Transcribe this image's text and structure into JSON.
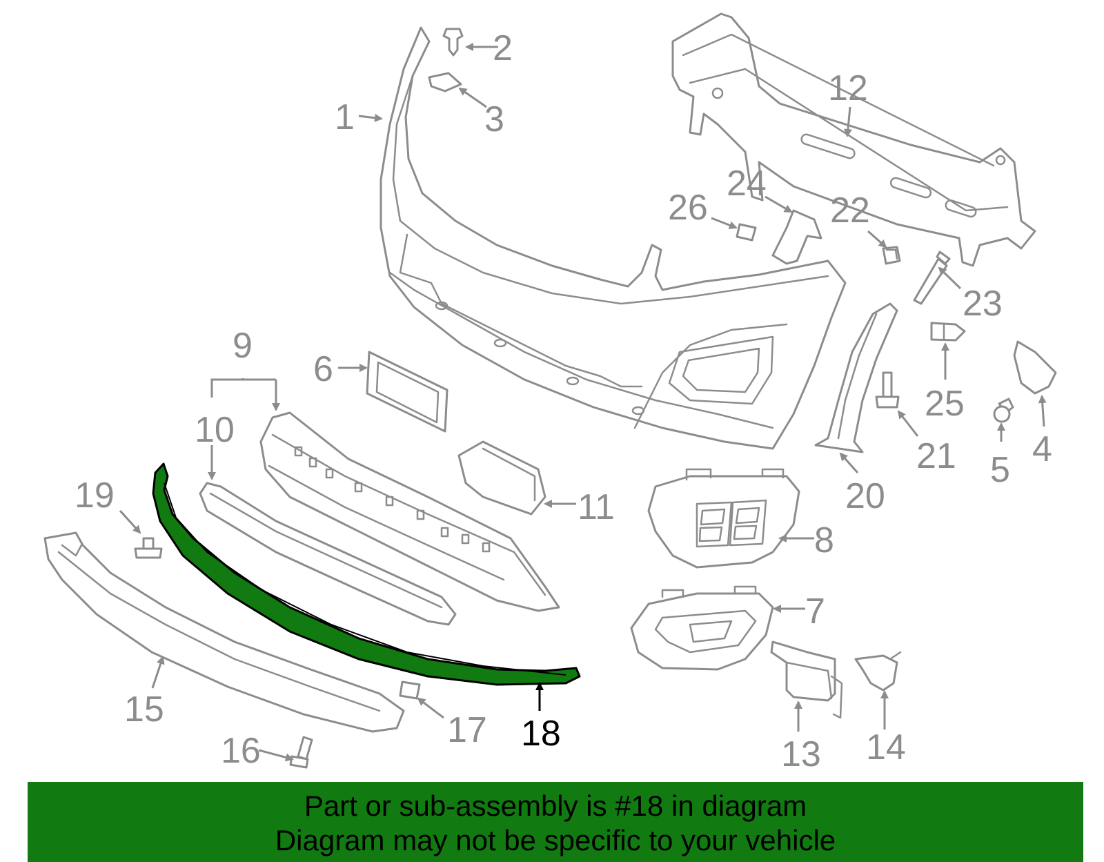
{
  "callouts": {
    "c1": "1",
    "c2": "2",
    "c3": "3",
    "c4": "4",
    "c5": "5",
    "c6": "6",
    "c7": "7",
    "c8": "8",
    "c9": "9",
    "c10": "10",
    "c11": "11",
    "c12": "12",
    "c13": "13",
    "c14": "14",
    "c15": "15",
    "c16": "16",
    "c17": "17",
    "c18": "18",
    "c19": "19",
    "c20": "20",
    "c21": "21",
    "c22": "22",
    "c23": "23",
    "c24": "24",
    "c25": "25",
    "c26": "26"
  },
  "banner": {
    "line1": "Part or sub-assembly is #18 in diagram",
    "line2": "Diagram may not be specific to your vehicle"
  },
  "colors": {
    "highlight_part": "#117a11",
    "banner_background": "#117a11",
    "part_outline": "#8c8c8c",
    "highlight_callout": "#000000"
  },
  "highlighted_part": "18"
}
